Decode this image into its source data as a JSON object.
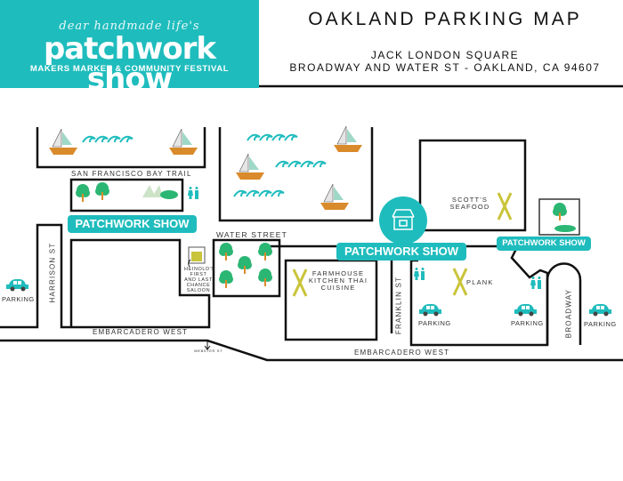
{
  "logo": {
    "script": "dear handmade life's",
    "name": "patchwork show",
    "tagline": "MAKERS MARKET & COMMUNITY FESTIVAL"
  },
  "header": {
    "title": "OAKLAND PARKING MAP",
    "venue": "JACK LONDON SQUARE",
    "address": "BROADWAY AND WATER ST - OAKLAND, CA 94607"
  },
  "map": {
    "streets": {
      "bay_trail": "SAN FRANCISCO BAY TRAIL",
      "water_street": "WATER STREET",
      "harrison": "HARRISON ST",
      "franklin": "FRANKLIN ST",
      "broadway": "BROADWAY",
      "embarcadero_1": "EMBARCADERO WEST",
      "embarcadero_2": "EMBARCADERO WEST",
      "webster": "WEBSTER ST"
    },
    "show_labels": [
      "PATCHWORK SHOW",
      "PATCHWORK SHOW",
      "PATCHWORK SHOW"
    ],
    "places": {
      "heinolds": "HEINOLD'S FIRST AND LAST CHANCE SALOON",
      "farmhouse": "FARMHOUSE KITCHEN THAI CUISINE",
      "scotts": "SCOTT'S SEAFOOD",
      "plank": "PLANK"
    },
    "parking": [
      "PARKING",
      "PARKING",
      "PARKING",
      "PARKING"
    ]
  },
  "colors": {
    "teal": "#1fbcbd",
    "road": "#111111",
    "tree": "#2bb673",
    "trunk": "#d98b2b",
    "fork": "#c9c43a"
  }
}
